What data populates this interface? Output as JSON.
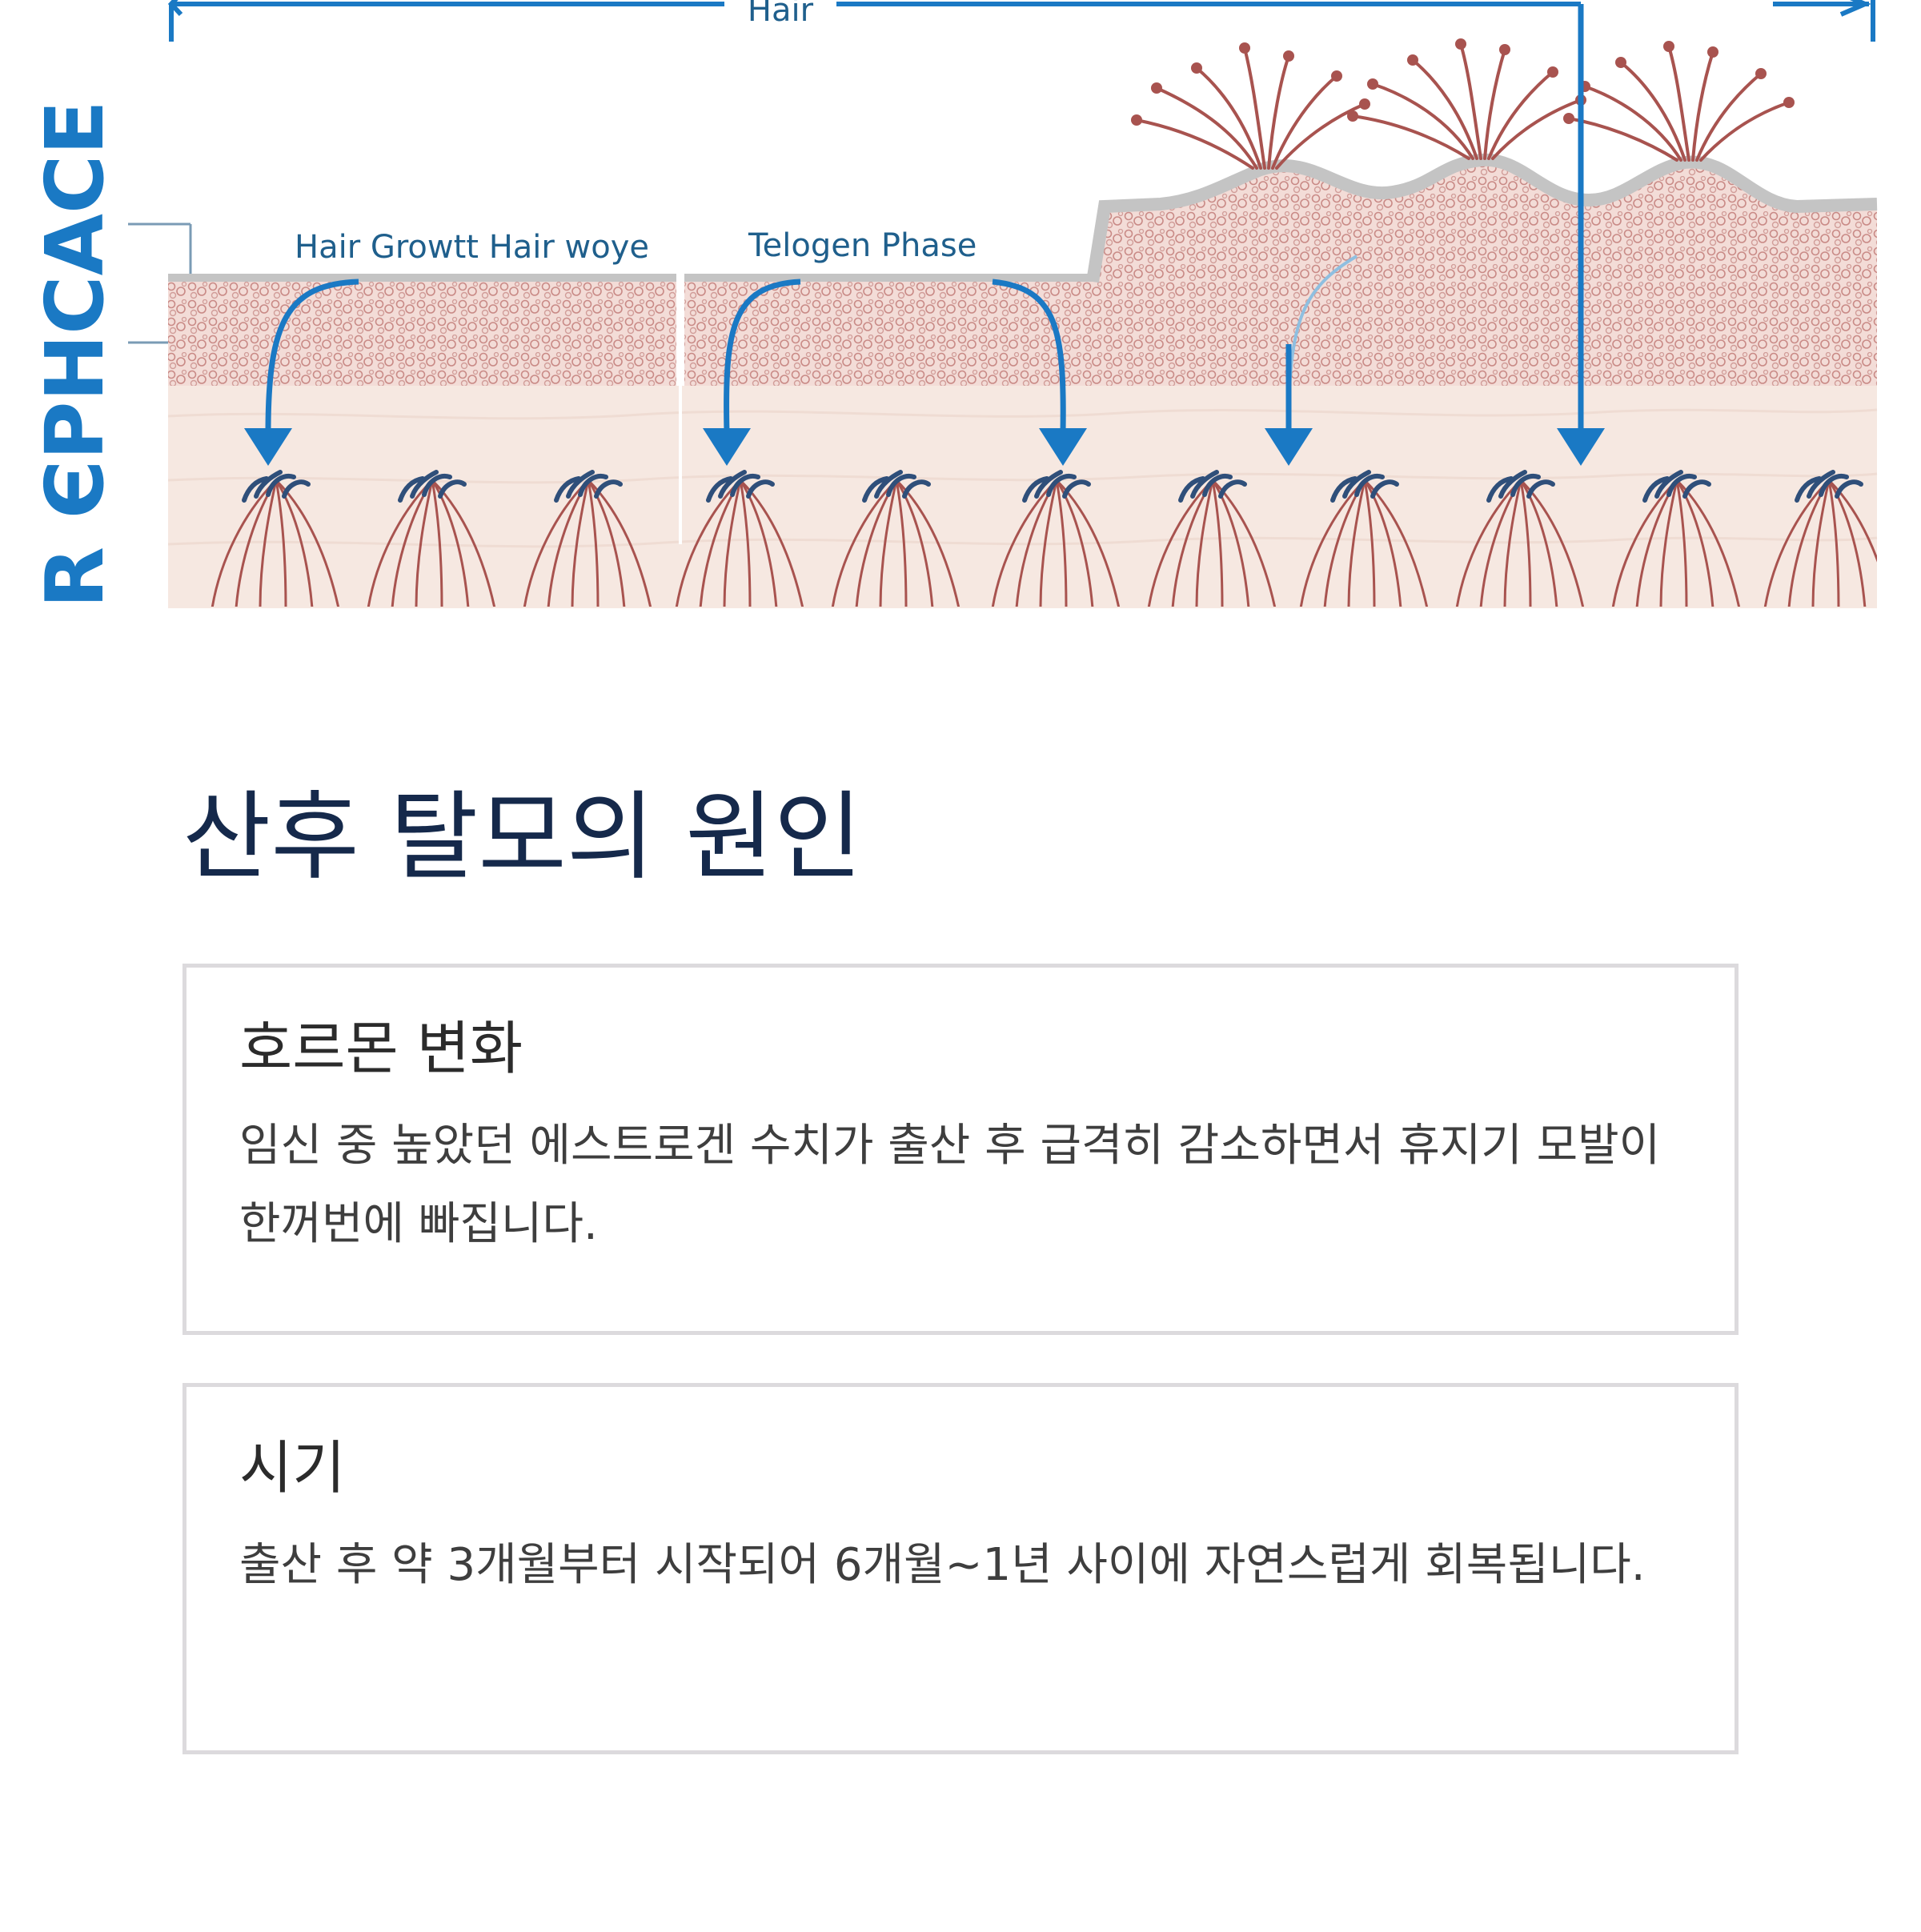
{
  "diagram": {
    "top_label": "Hair",
    "vertical_label": "R ЄPHCACE",
    "phase_label_1": "Hair Growtt Hair woye",
    "phase_label_2": "Telogen Phase",
    "colors": {
      "accent_blue": "#1a79c4",
      "hair_red": "#a8534f",
      "follicle_blue": "#2f4f7a",
      "skin_pink": "#f2d9d4",
      "dermis_light": "#f6e8e1",
      "ridge_gray": "#c4c4c4"
    }
  },
  "section": {
    "title": "산후 탈모의 원인"
  },
  "cards": [
    {
      "title": "호르몬 변화",
      "text": "임신 중 높았던 에스트로겐 수치가 출산 후 급격히 감소하면서 휴지기 모발이 한꺼번에 빠집니다."
    },
    {
      "title": "시기",
      "text": "출산 후 약 3개월부터 시작되어 6개월~1년 사이에 자연스럽게 회복됩니다."
    }
  ]
}
